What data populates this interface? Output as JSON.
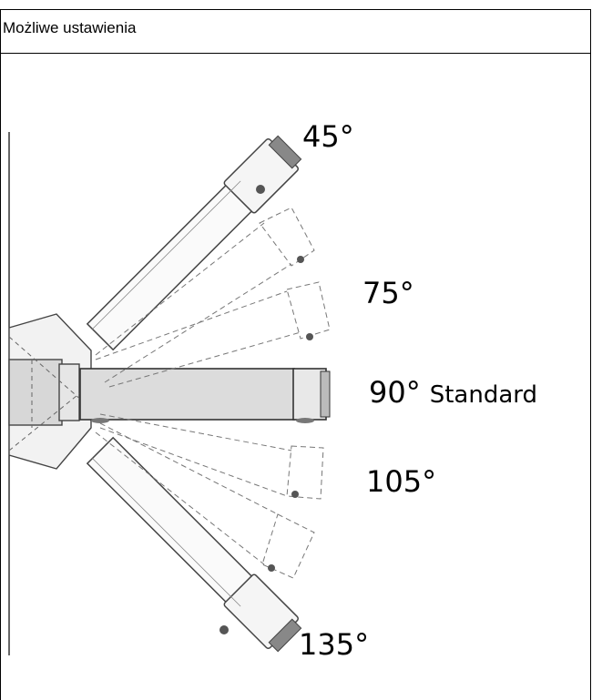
{
  "header": {
    "title": "Możliwe ustawienia"
  },
  "figure": {
    "labels": {
      "a45": "45°",
      "a75": "75°",
      "a90": "90°",
      "standard": "Standard",
      "a105": "105°",
      "a135": "135°"
    }
  }
}
